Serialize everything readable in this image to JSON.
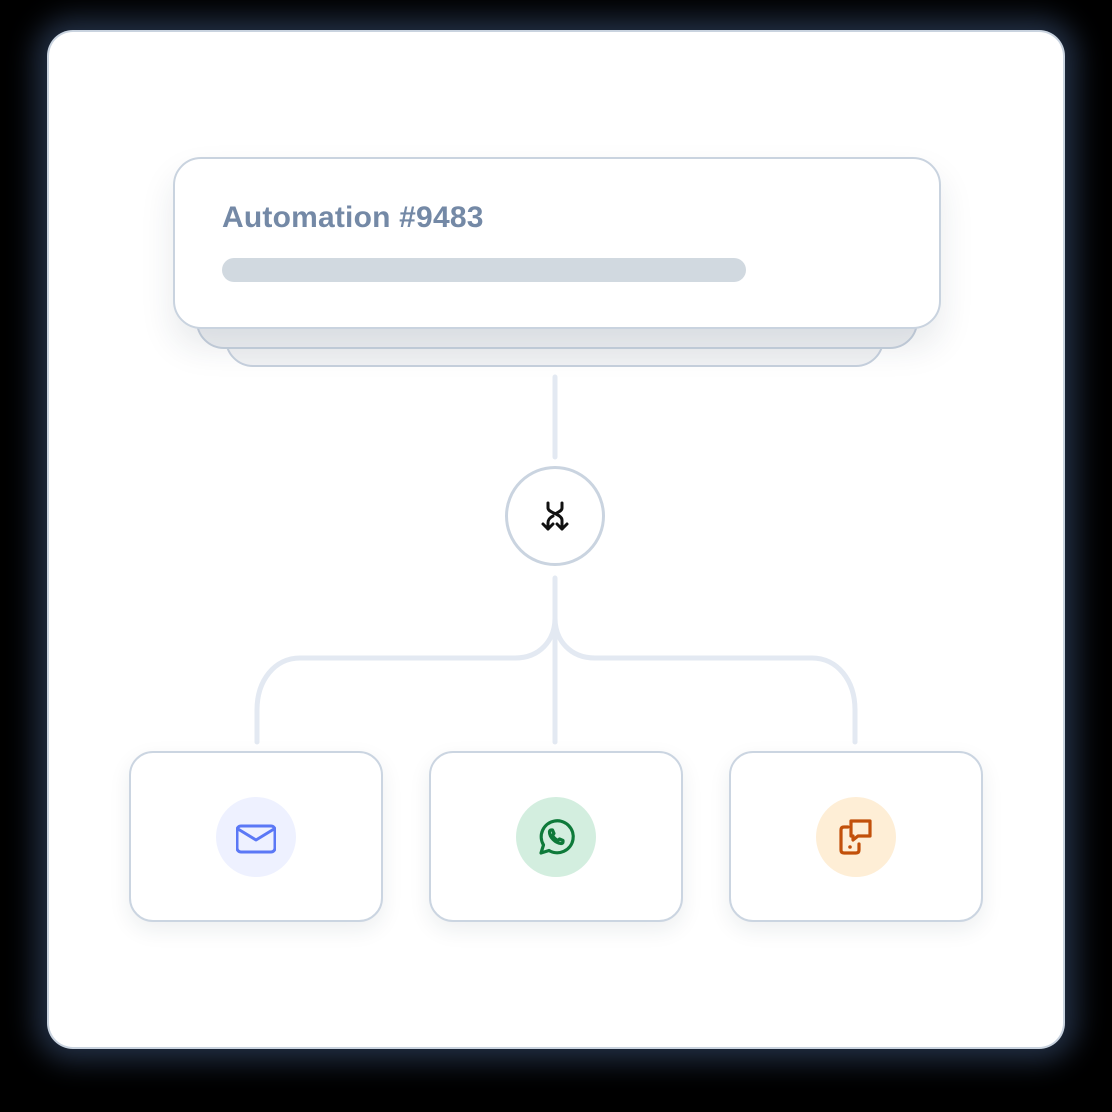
{
  "automation": {
    "title": "Automation #9483",
    "progress_placeholder": true
  },
  "split_node": {
    "icon": "split-arrows-icon",
    "color": "#111111",
    "border_color": "#cad4e0"
  },
  "channels": [
    {
      "name": "email",
      "icon": "mail-icon",
      "icon_color": "#5b78f6",
      "bg_color": "#eef1ff"
    },
    {
      "name": "whatsapp",
      "icon": "whatsapp-icon",
      "icon_color": "#0e7a3a",
      "bg_color": "#d3eedf"
    },
    {
      "name": "sms",
      "icon": "mobile-message-icon",
      "icon_color": "#c2500a",
      "bg_color": "#feeed6"
    }
  ],
  "colors": {
    "title_text": "#7489a6",
    "bar": "#d1d9e0",
    "connector": "#e3e9f2",
    "card_border": "#c9d3df"
  }
}
